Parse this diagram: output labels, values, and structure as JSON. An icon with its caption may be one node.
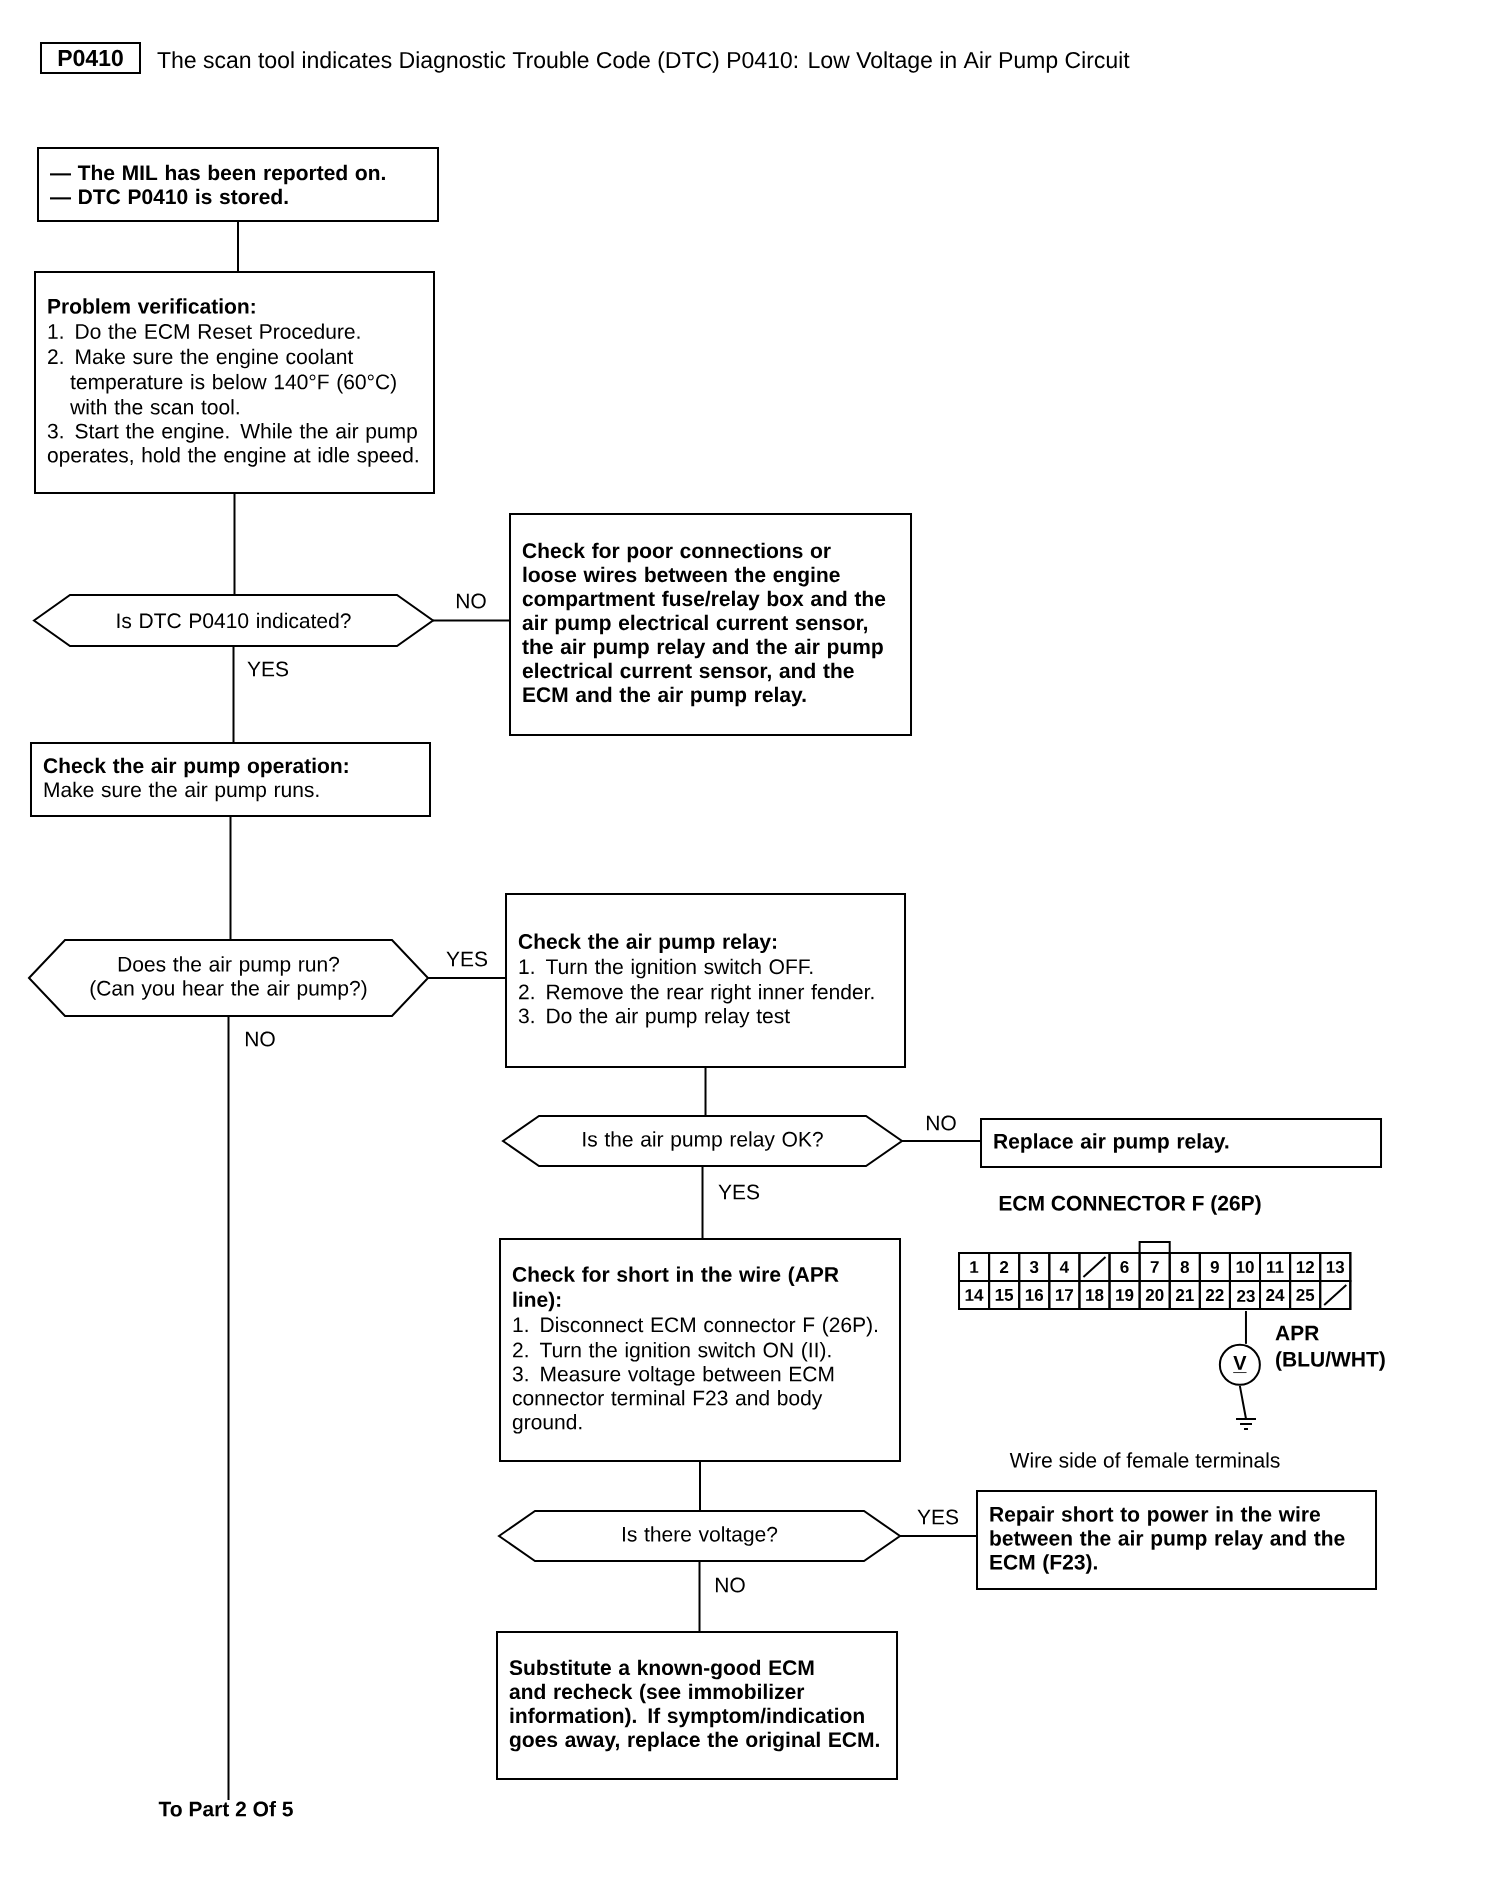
{
  "diagram": {
    "title": "The scan tool indicates Diagnostic Trouble Code (DTC) P0410: Low Voltage in Air Pump Circuit",
    "nodes": [
      {
        "text": [
          "P0410"
        ]
      },
      {
        "text": [
          "— The MIL has been reported on.",
          "— DTC P0410 is stored."
        ]
      },
      {
        "text": [
          "Problem verification:",
          "1. Do the ECM Reset Procedure.",
          "2. Make sure the engine coolant temperature is below 140°F (60°C) with the scan tool.",
          "3. Start the engine. While the air pump operates, hold the engine at idle speed."
        ]
      },
      {
        "text": [
          "Is DTC P0410 indicated?"
        ]
      },
      {
        "text": [
          "Check for poor connections or loose wires between the engine compartment fuse/relay box and the air pump electrical current sensor, the air pump relay and the air pump electrical current sensor, and the ECM and the air pump relay."
        ]
      },
      {
        "text": [
          "Check the air pump operation:",
          "Make sure the air pump runs."
        ]
      },
      {
        "text": [
          "Does the air pump run?",
          "(Can you hear the air pump?)"
        ]
      },
      {
        "text": [
          "Check the air pump relay:",
          "1. Turn the ignition switch OFF.",
          "2. Remove the rear right inner fender.",
          "3. Do the air pump relay test"
        ]
      },
      {
        "text": [
          "Is the air pump relay OK?"
        ]
      },
      {
        "text": [
          "Replace air pump relay."
        ]
      },
      {
        "text": [
          "Check for short in the wire (APR line):",
          "1. Disconnect ECM connector F (26P).",
          "2. Turn the ignition switch ON (II).",
          "3. Measure voltage between ECM connector terminal F23 and body ground."
        ]
      },
      {
        "text": [
          "Is there voltage?"
        ]
      },
      {
        "text": [
          "Repair short to power in the wire between the air pump relay and the ECM (F23)."
        ]
      },
      {
        "text": [
          "Substitute a known-good ECM and recheck (see immobilizer information). If symptom/indication goes away, replace the original ECM."
        ]
      },
      {
        "text": [
          "To Part 2 Of 5"
        ]
      },
      {
        "text": [
          "23"
        ]
      },
      {
        "text": [
          "V"
        ]
      },
      {
        "text": [],
        "shape": "ground"
      }
    ],
    "edges": [
      {
        "from": 1,
        "to": 2,
        "arrow": "none"
      },
      {
        "from": 2,
        "to": 3,
        "arrow": "none"
      },
      {
        "from": 3,
        "to": 4,
        "arrow": "none",
        "label": "NO"
      },
      {
        "from": 3,
        "to": 5,
        "arrow": "none",
        "label": "YES"
      },
      {
        "from": 5,
        "to": 6,
        "arrow": "none"
      },
      {
        "from": 6,
        "to": 7,
        "arrow": "none",
        "label": "YES"
      },
      {
        "from": 6,
        "to": 14,
        "arrow": "none",
        "label": "NO"
      },
      {
        "from": 7,
        "to": 8,
        "arrow": "none"
      },
      {
        "from": 8,
        "to": 9,
        "arrow": "none",
        "label": "NO"
      },
      {
        "from": 8,
        "to": 10,
        "arrow": "none",
        "label": "YES"
      },
      {
        "from": 10,
        "to": 11,
        "arrow": "none"
      },
      {
        "from": 11,
        "to": 12,
        "arrow": "none",
        "label": "YES"
      },
      {
        "from": 11,
        "to": 13,
        "arrow": "none",
        "label": "NO"
      },
      {
        "from": 15,
        "to": 16,
        "arrow": "none"
      },
      {
        "from": 16,
        "to": 17,
        "arrow": "none"
      }
    ],
    "labels": [
      "ECM CONNECTOR F (26P)",
      "1",
      "2",
      "3",
      "4",
      "6",
      "7",
      "8",
      "9",
      "10",
      "11",
      "12",
      "13",
      "14",
      "15",
      "16",
      "17",
      "18",
      "19",
      "20",
      "21",
      "22",
      "24",
      "25",
      "APR",
      "(BLU/WHT)",
      "Wire side of female terminals"
    ]
  }
}
